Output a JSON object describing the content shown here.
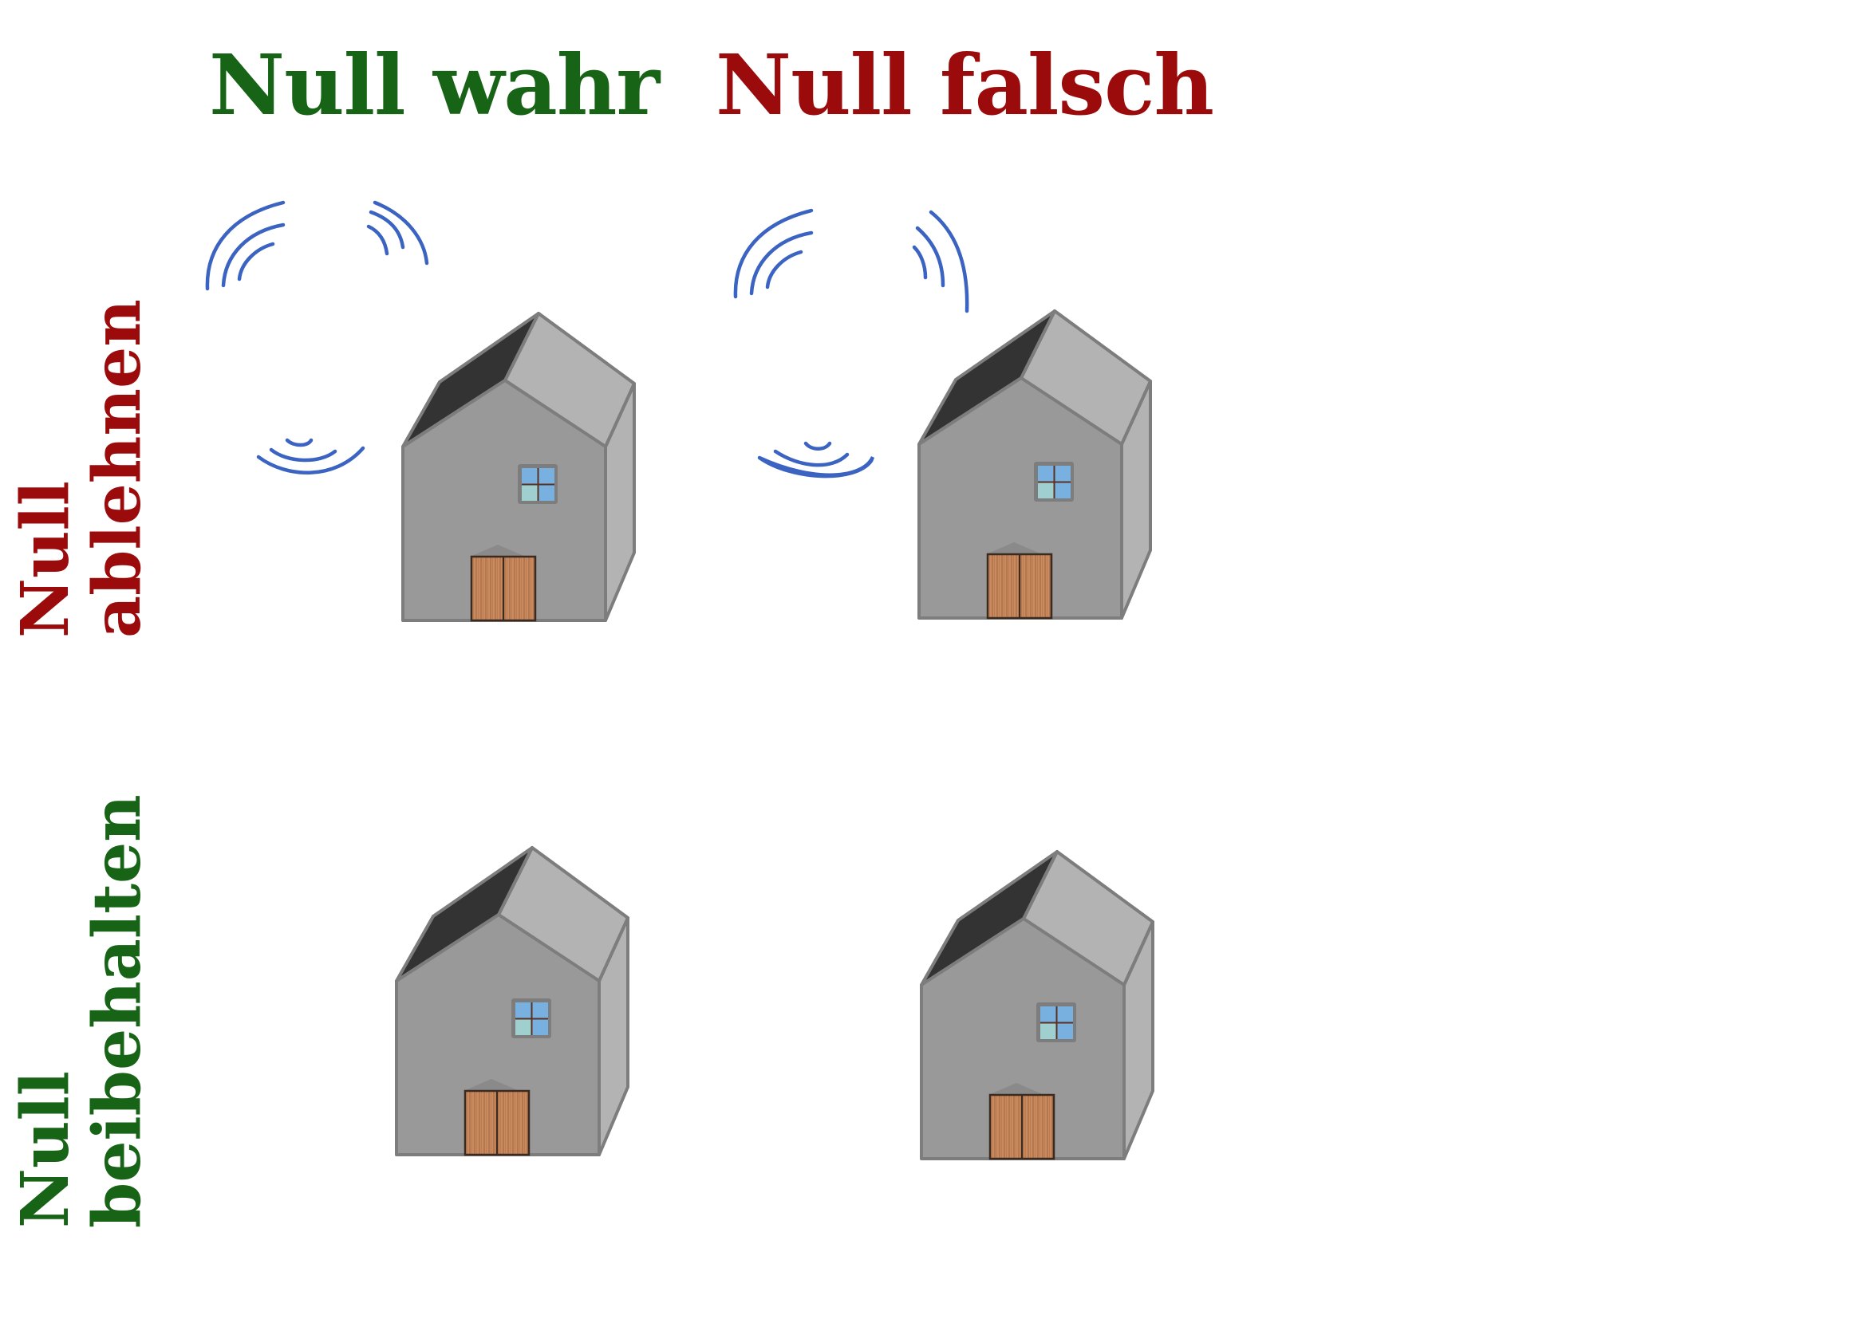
{
  "colors": {
    "true_green": "#176417",
    "false_red": "#9b0b0b",
    "wave_blue": "#3b63c2",
    "house_wall": "#999999",
    "house_side": "#b3b3b3",
    "roof_dark": "#333333",
    "roof_light": "#b3b3b3",
    "outline": "#7d7d7d",
    "door": "#c98a5f",
    "window_blue": "#78b0e0",
    "window_teal": "#9fcfcf"
  },
  "columns": {
    "null_true": "Null wahr",
    "null_false": "Null falsch"
  },
  "rows": {
    "reject": {
      "line1": "Null",
      "line2": "ablehnen"
    },
    "keep": {
      "line1": "Null",
      "line2": "beibehalten"
    }
  },
  "icons": {
    "house": "house-icon",
    "alarm_waves": "alarm-waves-icon"
  },
  "cells": [
    {
      "row": "reject",
      "column": "null_true",
      "alarm": true
    },
    {
      "row": "reject",
      "column": "null_false",
      "alarm": true
    },
    {
      "row": "keep",
      "column": "null_true",
      "alarm": false
    },
    {
      "row": "keep",
      "column": "null_false",
      "alarm": false
    }
  ]
}
